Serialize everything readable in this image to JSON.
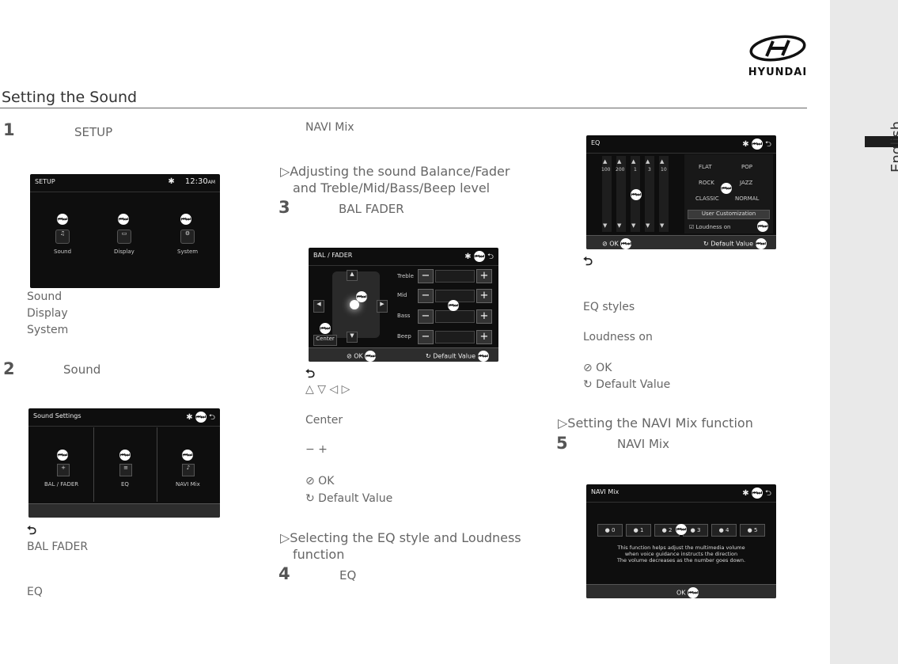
{
  "brand": "HYUNDAI",
  "language_tab": "English",
  "section_title": "Setting the Sound",
  "step1": {
    "num": "1",
    "text": "SETUP"
  },
  "setup_screen": {
    "title": "SETUP",
    "time": "12:30",
    "ampm": "AM",
    "items": [
      "Sound",
      "Display",
      "System"
    ]
  },
  "step1_labels": [
    "Sound",
    "Display",
    "System"
  ],
  "step2": {
    "num": "2",
    "text": "Sound"
  },
  "sound_screen": {
    "title": "Sound Settings",
    "items": [
      "BAL / FADER",
      "EQ",
      "NAVI Mix"
    ]
  },
  "step2_labels": {
    "back": "⮌",
    "bal": "BAL  FADER",
    "eq": "EQ"
  },
  "col2_top": "NAVI Mix",
  "subheading1": {
    "l1": "▷Adjusting the sound Balance/Fader",
    "l2": "and Treble/Mid/Bass/Beep level"
  },
  "step3": {
    "num": "3",
    "text": "BAL  FADER"
  },
  "bal_screen": {
    "title": "BAL / FADER",
    "rows": [
      "Treble",
      "Mid",
      "Bass",
      "Beep"
    ],
    "center": "Center",
    "ok": "OK",
    "default": "Default Value"
  },
  "step3_labels": {
    "back": "⮌",
    "arrows": "△ ▽ ◁ ▷",
    "center": "Center",
    "pm": "−  +",
    "ok": "⊘ OK",
    "default": "↻ Default Value"
  },
  "subheading2": {
    "l1": "▷Selecting the EQ style and Loudness",
    "l2": "function"
  },
  "step4": {
    "num": "4",
    "text": "EQ"
  },
  "eq_screen": {
    "title": "EQ",
    "freqs": [
      "100",
      "200",
      "1",
      "3",
      "10"
    ],
    "styles": [
      "FLAT",
      "POP",
      "ROCK",
      "JAZZ",
      "CLASSIC",
      "NORMAL"
    ],
    "user": "User Customization",
    "loudness": "Loudness on",
    "ok": "OK",
    "default": "Default Value"
  },
  "step4_labels": {
    "back": "⮌",
    "styles": "EQ styles",
    "loudness": "Loudness on",
    "ok": "⊘ OK",
    "default": "↻ Default Value"
  },
  "subheading3": "▷Setting the NAVI Mix function",
  "step5": {
    "num": "5",
    "text": "NAVI Mix"
  },
  "navi_screen": {
    "title": "NAVI Mix",
    "levels": [
      "0",
      "1",
      "2",
      "3",
      "4",
      "5"
    ],
    "desc1": "This function helps adjust the multimedia volume",
    "desc2": "when voice guidance instructs the direction",
    "desc3": "The volume decreases as the number goes down.",
    "ok": "OK"
  },
  "callout_symbol": "⏮⏭"
}
